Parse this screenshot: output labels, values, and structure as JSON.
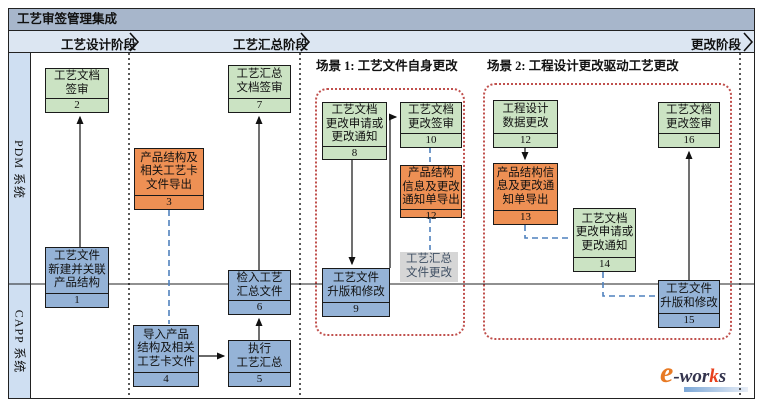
{
  "title": "工艺审签管理集成",
  "phases": [
    {
      "label": "工艺设计阶段"
    },
    {
      "label": "工艺汇总阶段"
    },
    {
      "label": "更改阶段"
    }
  ],
  "lanes": [
    {
      "label": "PDM 系统"
    },
    {
      "label": "CAPP 系统"
    }
  ],
  "scenarios": [
    {
      "label": "场景 1: 工艺文件自身更改"
    },
    {
      "label": "场景 2: 工程设计更改驱动工艺更改"
    }
  ],
  "nodes": {
    "n1": {
      "label": "工艺文件\n新建并关联\n产品结构",
      "number": "1"
    },
    "n2": {
      "label": "工艺文档\n签审",
      "number": "2"
    },
    "n3": {
      "label": "产品结构及\n相关工艺卡\n文件导出",
      "number": "3"
    },
    "n4": {
      "label": "导入产品\n结构及相关\n工艺卡文件",
      "number": "4"
    },
    "n5": {
      "label": "执行\n工艺汇总",
      "number": "5"
    },
    "n6": {
      "label": "检入工艺\n汇总文件",
      "number": "6"
    },
    "n7": {
      "label": "工艺汇总\n文档签审",
      "number": "7"
    },
    "n8": {
      "label": "工艺文档\n更改申请或\n更改通知",
      "number": "8"
    },
    "n9": {
      "label": "工艺文件\n升版和修改",
      "number": "9"
    },
    "n10": {
      "label": "工艺文档\n更改签审",
      "number": "10"
    },
    "n12s1": {
      "label": "产品结构\n信息及更改\n通知单导出",
      "number": "12"
    },
    "summary_change": {
      "label": "工艺汇总\n文件更改"
    },
    "n12s2": {
      "label": "工程设计\n数据更改",
      "number": "12"
    },
    "n13": {
      "label": "产品结构信\n息及更改通\n知单导出",
      "number": "13"
    },
    "n14": {
      "label": "工艺文档\n更改申请或\n更改通知",
      "number": "14"
    },
    "n15": {
      "label": "工艺文件\n升版和修改",
      "number": "15"
    },
    "n16": {
      "label": "工艺文档\n更改签审",
      "number": "16"
    }
  },
  "logo": {
    "e": "e",
    "dash_wor": "-wor",
    "k": "k",
    "s": "s"
  },
  "colors": {
    "title_bar": "#a7b6cb",
    "phase_bar": "#dce6f2",
    "lane_label_bg": "#cfdff2",
    "node_green": "#cbe3c3",
    "node_orange": "#ee9054",
    "node_blue": "#95b3d7",
    "node_gray": "#d6d6d6",
    "scenario_border": "#c0504d",
    "dashed_connector": "#4f81bd"
  }
}
